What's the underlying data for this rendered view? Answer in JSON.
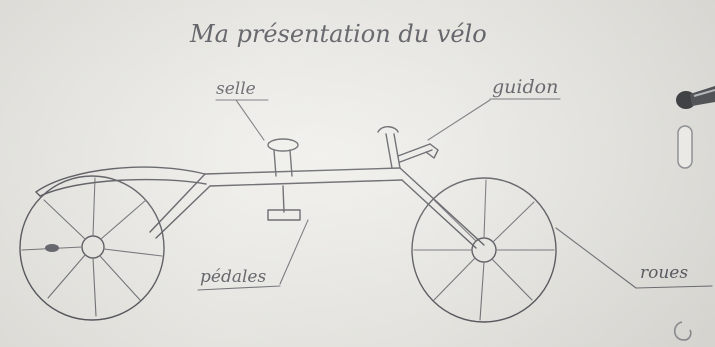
{
  "title": "Ma présentation du vélo",
  "labels": {
    "selle": "selle",
    "guidon": "guidon",
    "pedales": "pédales",
    "roues": "roues"
  },
  "colors": {
    "paper": "#eceae5",
    "pencil": "#4e4f55",
    "background_right": "#dcdbd6"
  }
}
